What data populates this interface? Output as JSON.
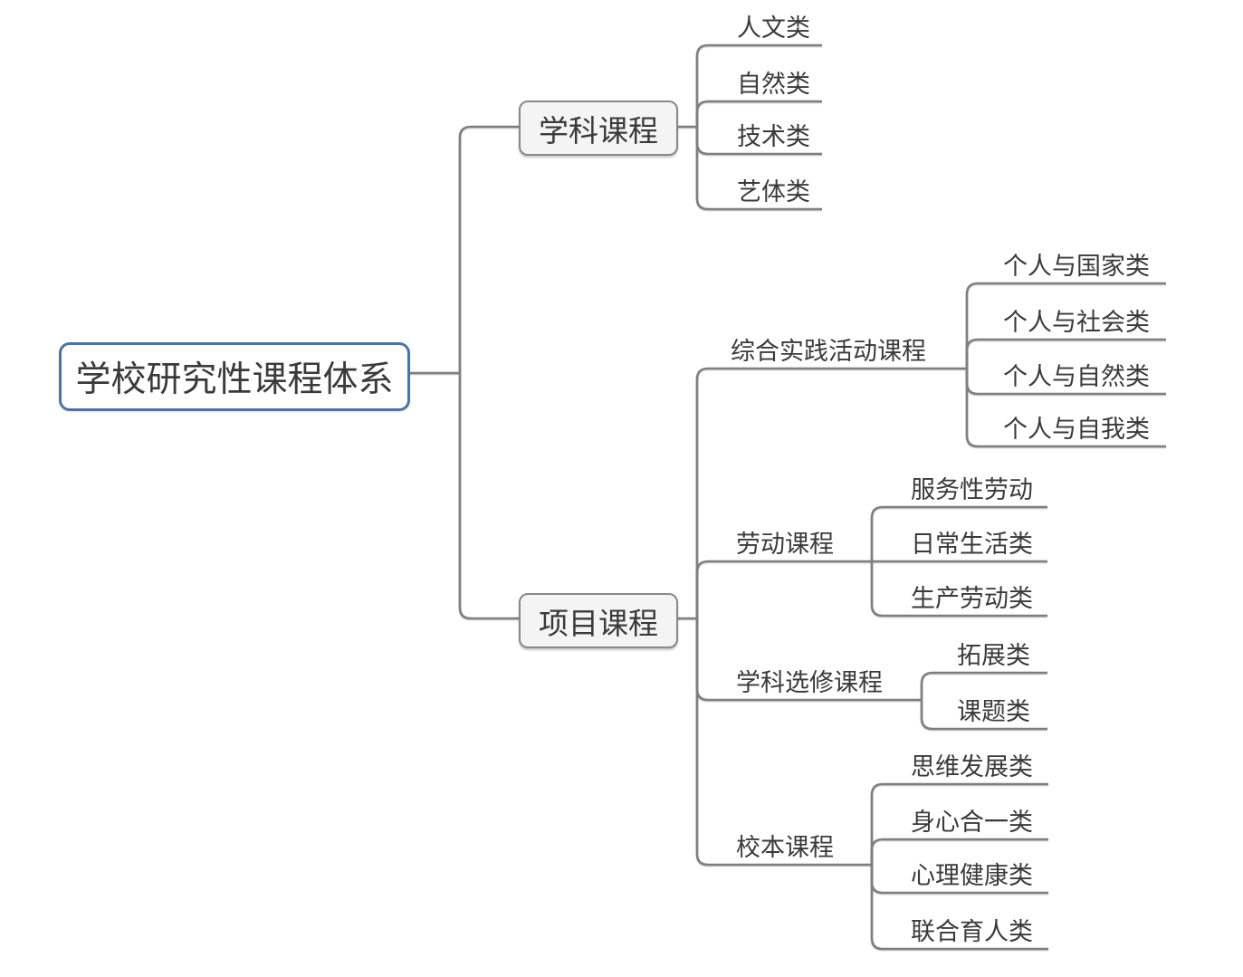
{
  "diagram": {
    "title": "学校研究性课程体系",
    "root": {
      "label": "学校研究性课程体系"
    },
    "branches": [
      {
        "label": "学科课程",
        "children": [
          {
            "label": "人文类"
          },
          {
            "label": "自然类"
          },
          {
            "label": "技术类"
          },
          {
            "label": "艺体类"
          }
        ]
      },
      {
        "label": "项目课程",
        "children": [
          {
            "label": "综合实践活动课程",
            "children": [
              {
                "label": "个人与国家类"
              },
              {
                "label": "个人与社会类"
              },
              {
                "label": "个人与自然类"
              },
              {
                "label": "个人与自我类"
              }
            ]
          },
          {
            "label": "劳动课程",
            "children": [
              {
                "label": "服务性劳动"
              },
              {
                "label": "日常生活类"
              },
              {
                "label": "生产劳动类"
              }
            ]
          },
          {
            "label": "学科选修课程",
            "children": [
              {
                "label": "拓展类"
              },
              {
                "label": "课题类"
              }
            ]
          },
          {
            "label": "校本课程",
            "children": [
              {
                "label": "思维发展类"
              },
              {
                "label": "身心合一类"
              },
              {
                "label": "心理健康类"
              },
              {
                "label": "联合育人类"
              }
            ]
          }
        ]
      }
    ],
    "colors": {
      "root_border": "#4a74a8",
      "branch_border": "#898989",
      "branch_fill": "#f4f4f4",
      "line": "#7f7f7f",
      "text": "#3a3a3a",
      "background": "#ffffff"
    }
  }
}
